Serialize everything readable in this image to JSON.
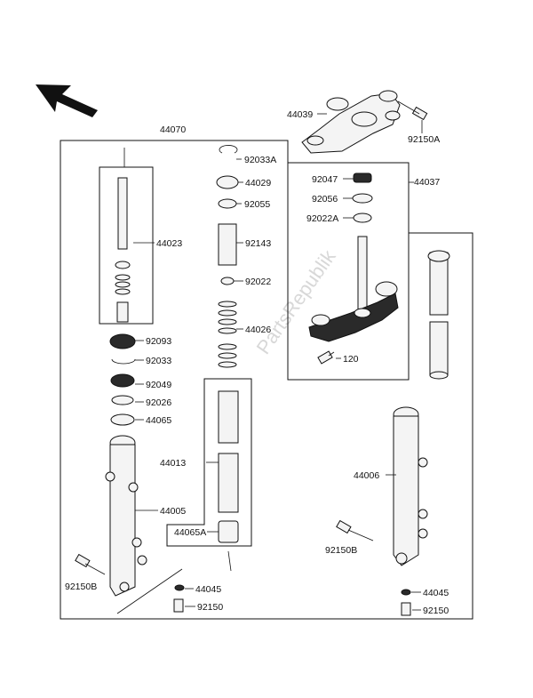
{
  "labels": {
    "p44070": "44070",
    "p44039": "44039",
    "p92150A": "92150A",
    "p44037": "44037",
    "p92047": "92047",
    "p92056": "92056",
    "p92022A": "92022A",
    "p120": "120",
    "p92033A": "92033A",
    "p44029": "44029",
    "p92055": "92055",
    "p92143": "92143",
    "p92022": "92022",
    "p44026": "44026",
    "p44023": "44023",
    "p92093": "92093",
    "p92033": "92033",
    "p92049": "92049",
    "p92026": "92026",
    "p44065": "44065",
    "p44013": "44013",
    "p44065A": "44065A",
    "p44005": "44005",
    "p92150B_left": "92150B",
    "p44045_left": "44045",
    "p92150_left": "92150",
    "p44006": "44006",
    "p92150B_right": "92150B",
    "p44045_right": "44045",
    "p92150_right": "92150"
  },
  "watermark": "PartsRepublik",
  "icons": {
    "direction_arrow": "front-direction-arrow-icon"
  }
}
